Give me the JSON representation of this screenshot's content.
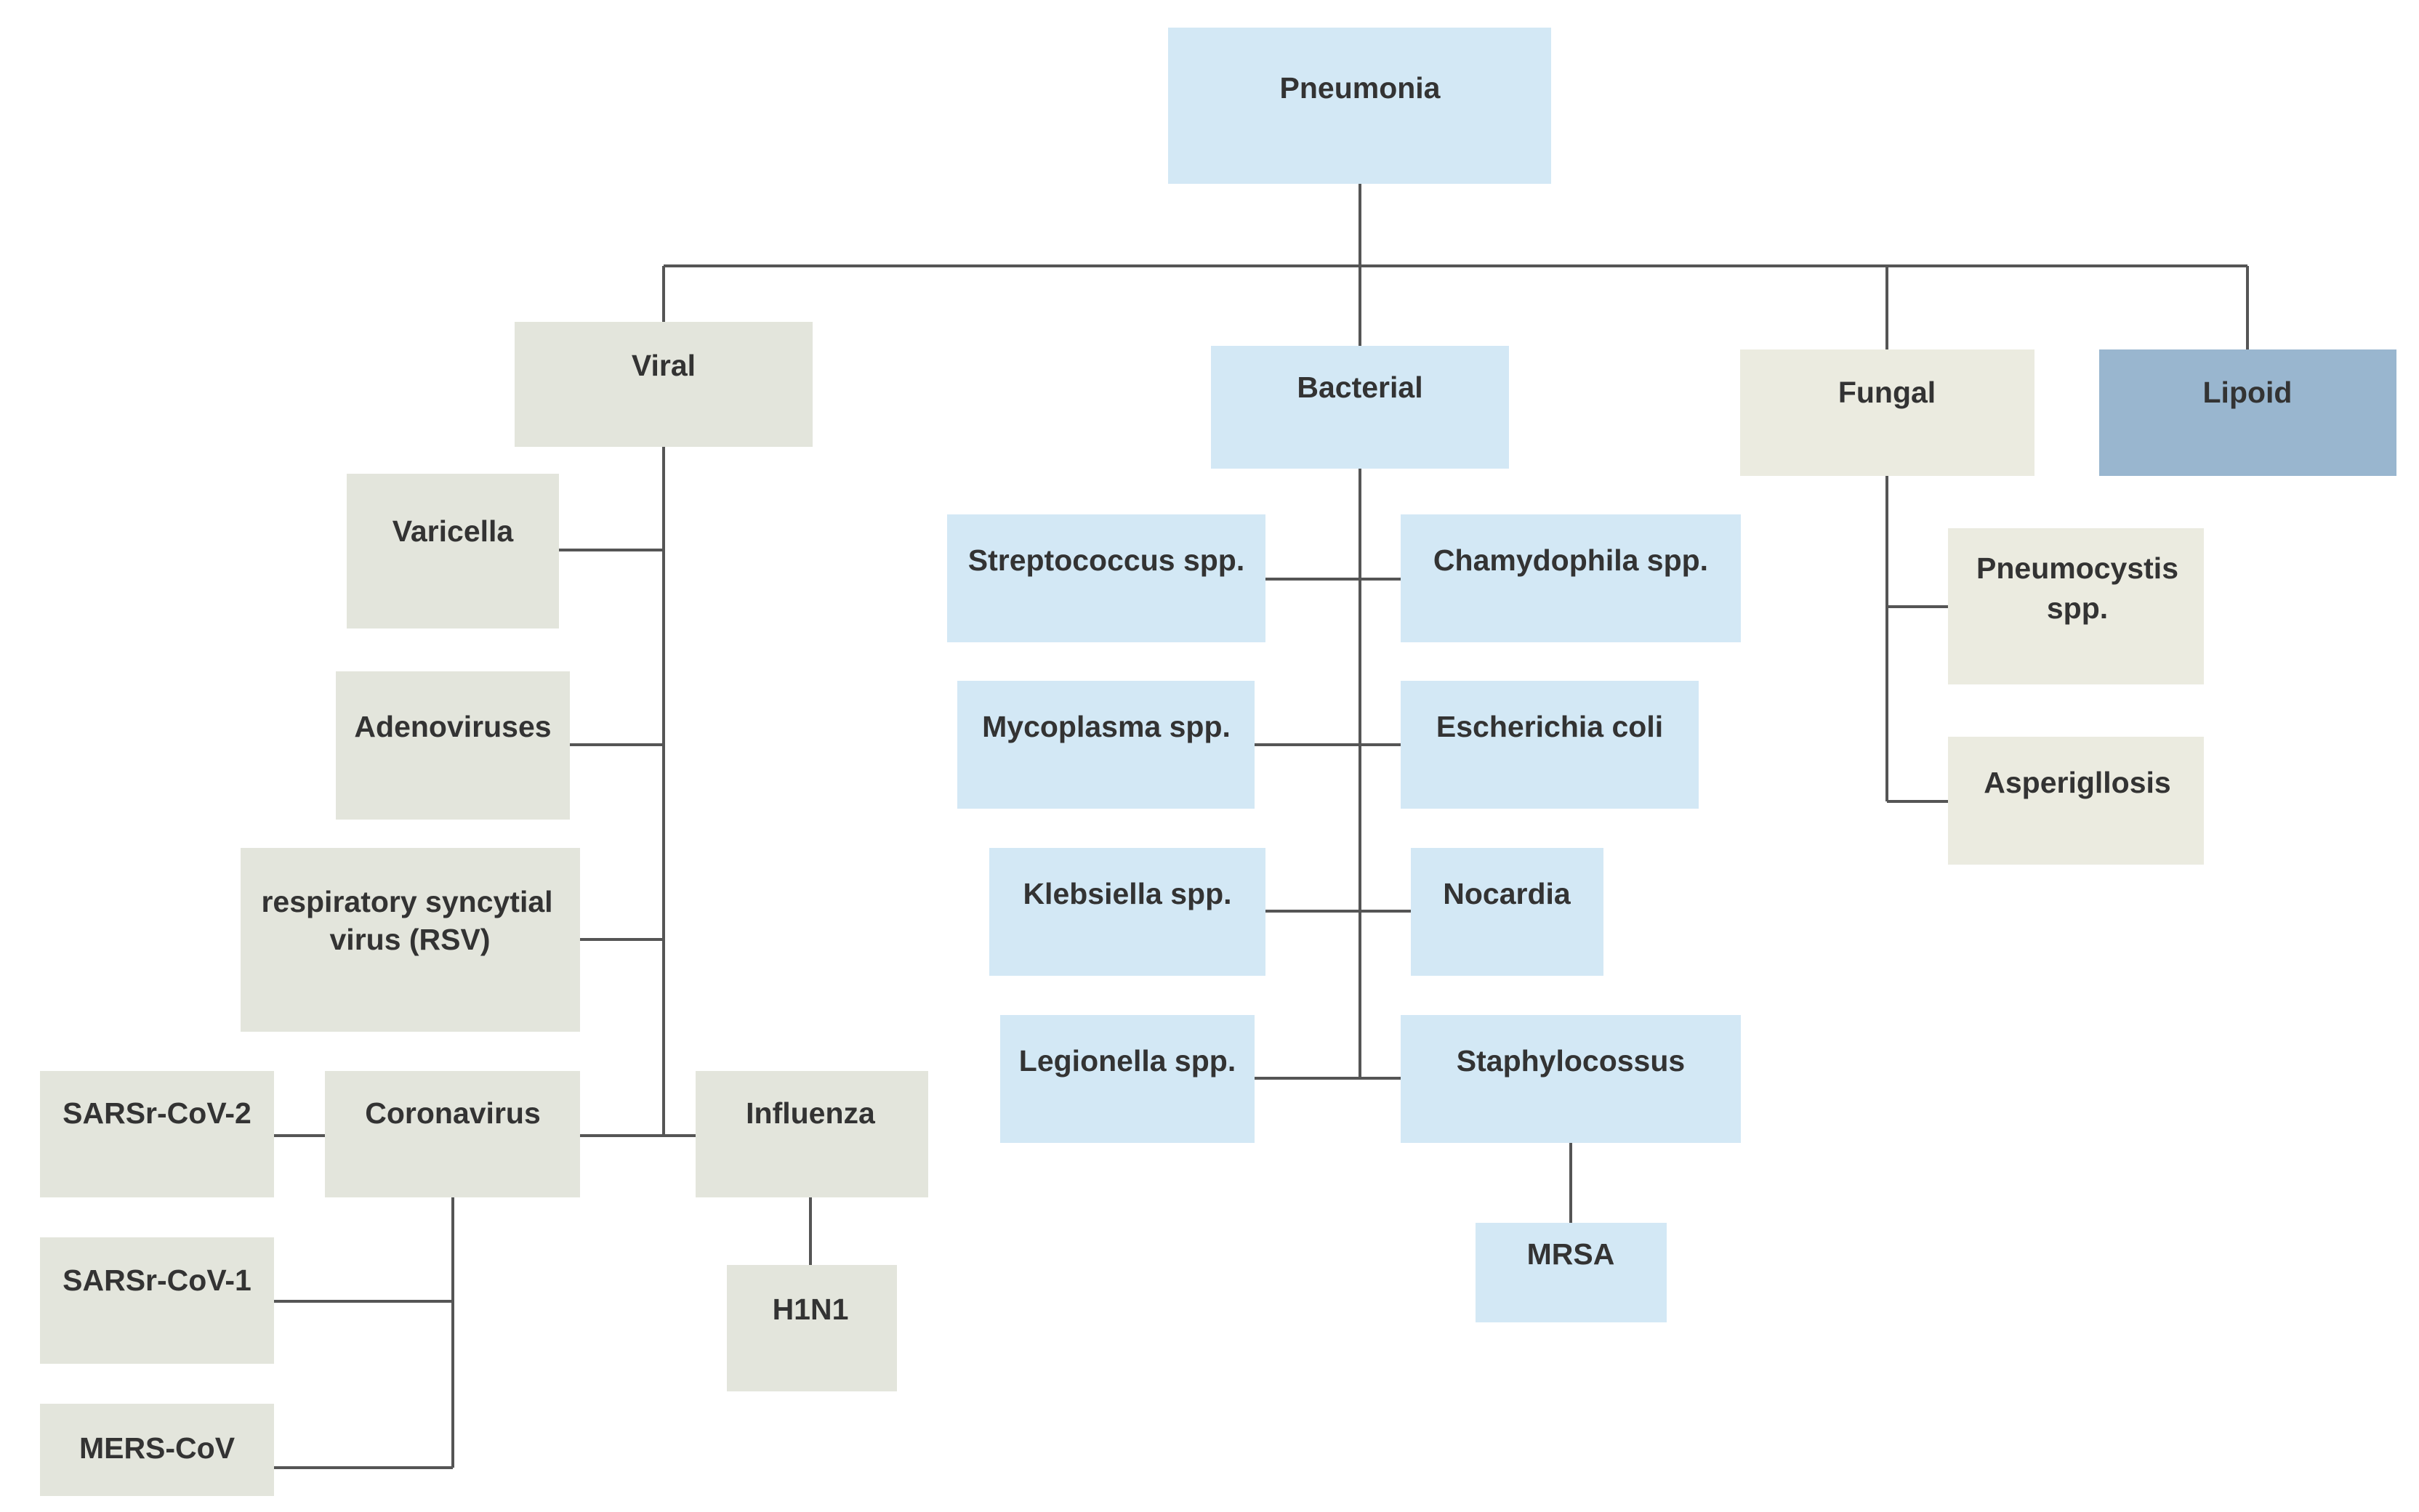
{
  "colors": {
    "light_blue": "#d3e8f5",
    "gray": "#e3e5dc",
    "beige": "#ebebe0",
    "steel_blue": "#99b6cf",
    "line": "#555555",
    "text": "#333333"
  },
  "nodes": {
    "pneumonia": "Pneumonia",
    "viral": "Viral",
    "bacterial": "Bacterial",
    "fungal": "Fungal",
    "lipoid": "Lipoid",
    "varicella": "Varicella",
    "adenoviruses": "Adenoviruses",
    "rsv_line1": "respiratory syncytial",
    "rsv_line2": "virus (RSV)",
    "coronavirus": "Coronavirus",
    "influenza": "Influenza",
    "h1n1": "H1N1",
    "sarsr_cov_2": "SARSr-CoV-2",
    "sarsr_cov_1": "SARSr-CoV-1",
    "mers_cov": "MERS-CoV",
    "streptococcus": "Streptococcus spp.",
    "chamydophila": "Chamydophila spp.",
    "mycoplasma": "Mycoplasma spp.",
    "escherichia": "Escherichia coli",
    "klebsiella": "Klebsiella spp.",
    "nocardia": "Nocardia",
    "legionella": "Legionella spp.",
    "staphylocossus": "Staphylocossus",
    "mrsa": "MRSA",
    "pneumocystis_line1": "Pneumocystis",
    "pneumocystis_line2": "spp.",
    "asperigllosis": "Asperigllosis"
  }
}
